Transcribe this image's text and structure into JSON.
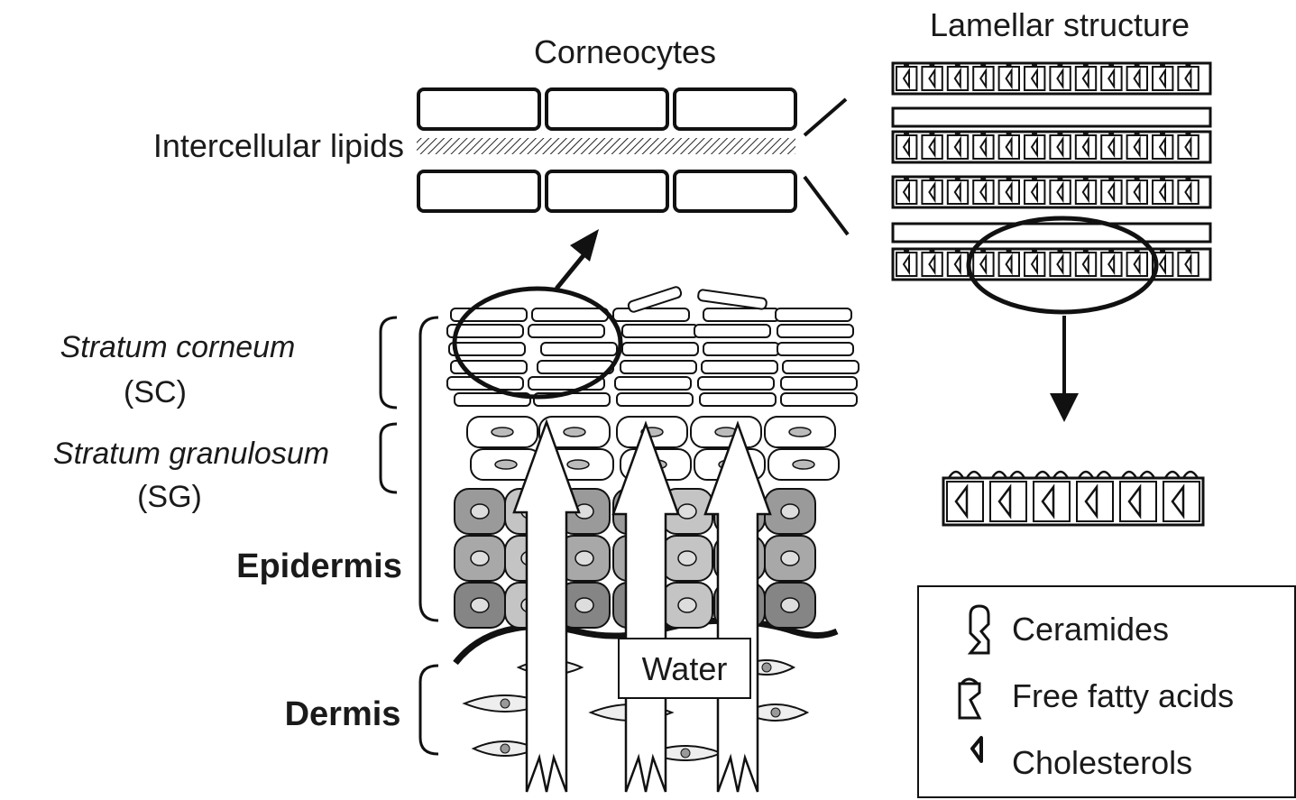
{
  "labels": {
    "corneocytes": "Corneocytes",
    "lamellar": "Lamellar structure",
    "intercellular": "Intercellular lipids",
    "sc_name": "Stratum corneum",
    "sc_abbr": "(SC)",
    "sg_name": "Stratum granulosum",
    "sg_abbr": "(SG)",
    "epidermis": "Epidermis",
    "dermis": "Dermis",
    "water": "Water"
  },
  "legend": [
    {
      "icon": "ceramide-icon",
      "label": "Ceramides"
    },
    {
      "icon": "free-fatty-acid-icon",
      "label": "Free fatty acids"
    },
    {
      "icon": "cholesterol-icon",
      "label": "Cholesterols"
    }
  ]
}
